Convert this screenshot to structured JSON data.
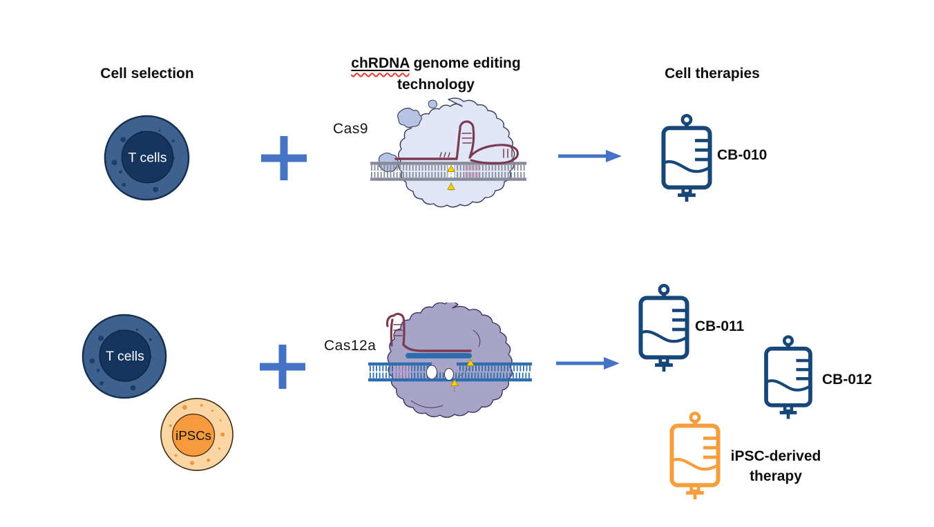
{
  "columns": {
    "cell_selection": {
      "title": "Cell selection"
    },
    "genome_editing": {
      "title_underlined": "chRDNA",
      "title_rest": " genome editing",
      "title_line2": "technology"
    },
    "cell_therapies": {
      "title": "Cell therapies"
    }
  },
  "rows": [
    {
      "cells": [
        {
          "label": "T cells",
          "type": "t-cell"
        }
      ],
      "operator": "plus",
      "enzyme": {
        "label": "Cas9",
        "graphic": "cas9-protein-dna-complex"
      },
      "therapies": [
        {
          "label": "CB-010",
          "bag_color": "navy"
        }
      ]
    },
    {
      "cells": [
        {
          "label": "T cells",
          "type": "t-cell"
        },
        {
          "label": "iPSCs",
          "type": "ipsc-cell"
        }
      ],
      "operator": "plus",
      "enzyme": {
        "label": "Cas12a",
        "graphic": "cas12a-protein-dna-complex"
      },
      "therapies": [
        {
          "label": "CB-011",
          "bag_color": "navy"
        },
        {
          "label": "CB-012",
          "bag_color": "navy"
        },
        {
          "label": "iPSC-derived therapy",
          "bag_color": "orange"
        }
      ]
    }
  ],
  "icons": {
    "operator": "plus-icon",
    "flow": "arrow-right-icon",
    "therapy_container": "iv-bag-icon"
  },
  "colors": {
    "accent_blue": "#4472C4",
    "bag_navy": "#164778",
    "bag_orange": "#F79D3B",
    "tcell_ring": "#3F618F",
    "tcell_core": "#16355E",
    "ipsc_ring": "#FBD6A4",
    "ipsc_core": "#F79A3D",
    "cas9_body": "#E0E6F5",
    "cas9_dna_gray": "#868B99",
    "cas12a_body": "#A8A4C8",
    "cas12a_dna_blue": "#2E6DAD",
    "guide_rna_maroon": "#7B3A52",
    "pam_pink": "#DC9FC9",
    "cut_site_yellow": "#FFD400",
    "misspell_red": "#E03C31",
    "text": "#0D0D0D"
  }
}
